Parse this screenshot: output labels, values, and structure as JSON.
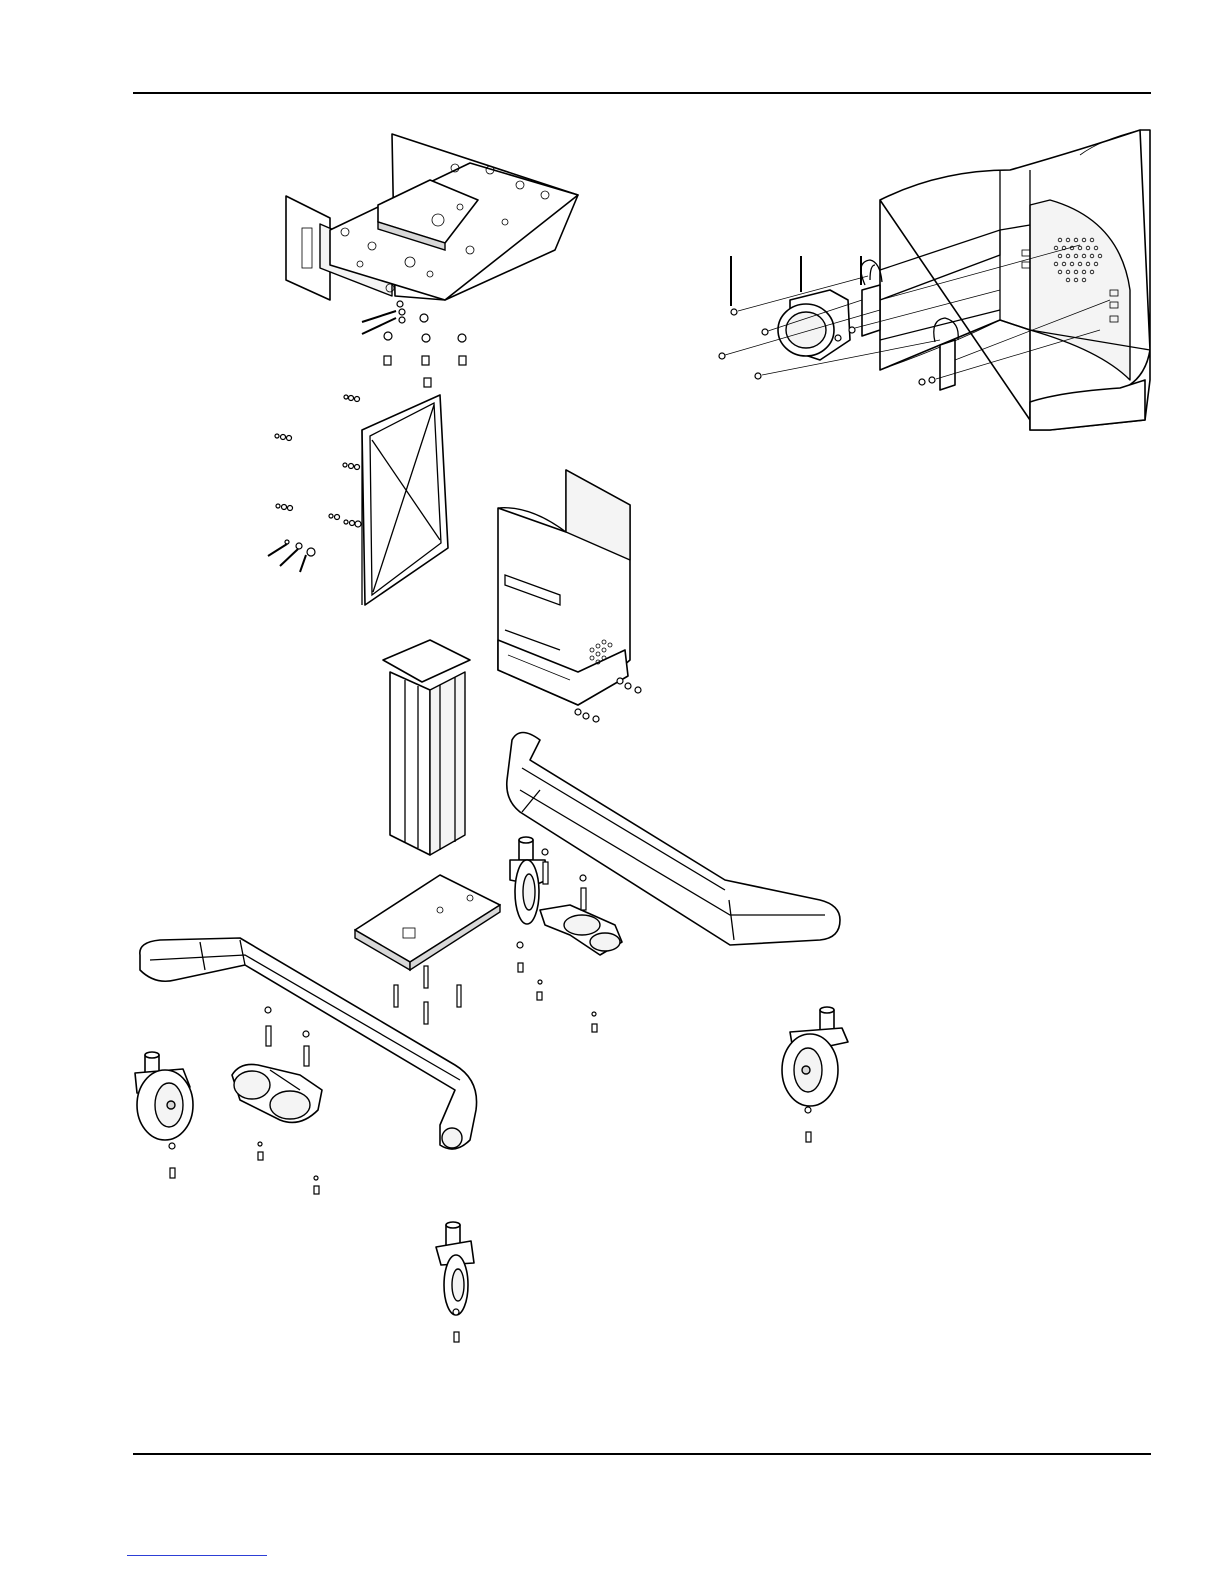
{
  "document": {
    "header_rule": true,
    "footer_rule": true,
    "footer_link_text": ""
  },
  "diagram": {
    "type": "exploded-assembly",
    "parts": [
      "mounting-plate",
      "rear-panel",
      "column-cover",
      "lift-column",
      "base-plate",
      "front-right-bumper",
      "rear-left-bumper",
      "caster",
      "foot-pedal",
      "speaker-assembly"
    ],
    "callout_lines": 3
  }
}
